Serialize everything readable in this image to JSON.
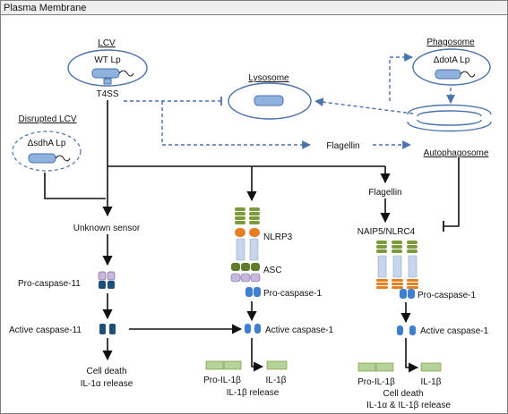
{
  "header": {
    "title": "Plasma Membrane"
  },
  "colors": {
    "frame": "#7f7f7f",
    "band": "#efefef",
    "membrane_stroke": "#4a72ad",
    "dashed_arrow": "#4a72ad",
    "bacterium": "#8fb1dd",
    "green_ring": "#7c9b3a",
    "orange_ring": "#e67e22",
    "pale_blue": "#c8d6ec",
    "lilac": "#c7b7dd",
    "dark_blue": "#1f4e79",
    "caspase_blue": "#3f7fcf",
    "il_green": "#b5d29a"
  },
  "lcv": {
    "title": "LCV",
    "bacterium_label": "WT Lp",
    "secretion_label": "T4SS"
  },
  "disrupted_lcv": {
    "title": "Disrupted LCV",
    "bacterium_label": "ΔsdhA Lp"
  },
  "lysosome": {
    "title": "Lysosome"
  },
  "phagosome": {
    "title": "Phagosome",
    "bacterium_label": "ΔdotA Lp"
  },
  "autophagosome": {
    "title": "Autophagosome"
  },
  "flagellin": {
    "dashed_label": "Flagellin",
    "right_label": "Flagellin"
  },
  "left_pathway": {
    "sensor": "Unknown sensor",
    "pro_caspase": "Pro-caspase-11",
    "active_caspase": "Active caspase-11",
    "outcome_line1": "Cell death",
    "outcome_line2": "IL-1α release"
  },
  "middle_pathway": {
    "sensor": "NLRP3",
    "adaptor": "ASC",
    "pro_caspase": "Pro-caspase-1",
    "active_caspase": "Active caspase-1",
    "pro_il": "Pro-IL-1β",
    "il": "IL-1β",
    "outcome": "IL-1β release"
  },
  "right_pathway": {
    "sensor": "NAIP5/NLRC4",
    "pro_caspase": "Pro-caspase-1",
    "active_caspase": "Active caspase-1",
    "pro_il": "Pro-IL-1β",
    "il": "IL-1β",
    "outcome_line1": "Cell death",
    "outcome_line2": "IL-1α & IL-1β release"
  }
}
